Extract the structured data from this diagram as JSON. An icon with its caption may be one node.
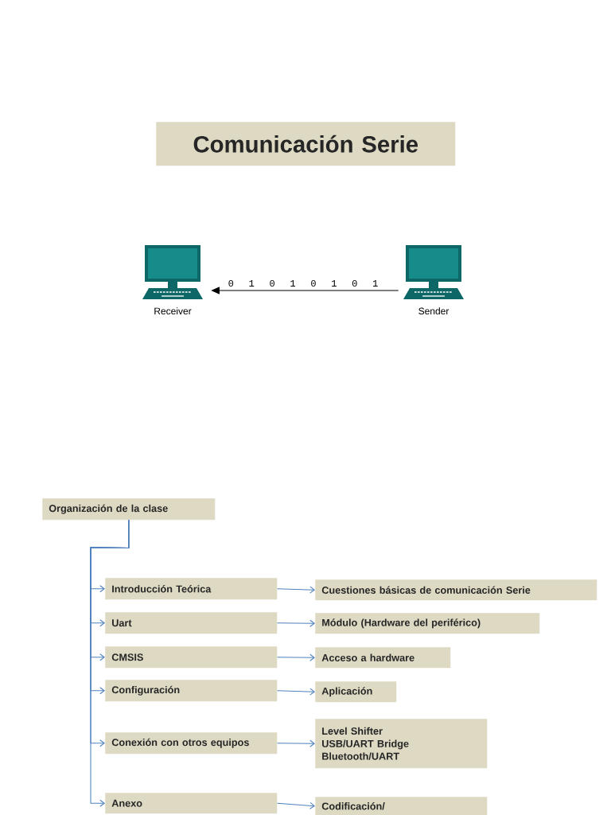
{
  "diagram": {
    "nodes": [
      {
        "text": [
          "Comunicación Serie"
        ]
      },
      {
        "text": [],
        "shape": "computer",
        "beside": [
          "Receiver"
        ]
      },
      {
        "text": [],
        "shape": "computer",
        "beside": [
          "Sender"
        ]
      },
      {
        "text": [
          "Organización de la clase"
        ]
      },
      {
        "text": [
          "Introducción Teórica"
        ]
      },
      {
        "text": [
          "Uart"
        ]
      },
      {
        "text": [
          "CMSIS"
        ]
      },
      {
        "text": [
          "Configuración"
        ]
      },
      {
        "text": [
          "Conexión con otros equipos"
        ]
      },
      {
        "text": [
          "Anexo"
        ]
      },
      {
        "text": [
          "Cuestiones básicas de comunicación Serie"
        ]
      },
      {
        "text": [
          "Módulo (Hardware del periférico)"
        ]
      },
      {
        "text": [
          "Acceso a hardware"
        ]
      },
      {
        "text": [
          "Aplicación"
        ]
      },
      {
        "text": [
          "Level Shifter USB/UART Bridge Bluetooth/UART"
        ]
      },
      {
        "text": [
          "Codificación/"
        ]
      }
    ],
    "edges": [
      {
        "from": 2,
        "to": 1,
        "arrow": "to",
        "label": "0 1 0 1 0 1 0 1",
        "color": "#000000"
      },
      {
        "from": 3,
        "to": 4,
        "arrow": "to"
      },
      {
        "from": 3,
        "to": 5,
        "arrow": "to"
      },
      {
        "from": 3,
        "to": 6,
        "arrow": "to"
      },
      {
        "from": 3,
        "to": 7,
        "arrow": "to"
      },
      {
        "from": 3,
        "to": 8,
        "arrow": "to"
      },
      {
        "from": 3,
        "to": 9,
        "arrow": "to"
      },
      {
        "from": 4,
        "to": 10,
        "arrow": "to"
      },
      {
        "from": 5,
        "to": 11,
        "arrow": "to"
      },
      {
        "from": 6,
        "to": 12,
        "arrow": "to"
      },
      {
        "from": 7,
        "to": 13,
        "arrow": "to"
      },
      {
        "from": 8,
        "to": 14,
        "arrow": "to"
      },
      {
        "from": 9,
        "to": 15,
        "arrow": "to"
      }
    ]
  }
}
